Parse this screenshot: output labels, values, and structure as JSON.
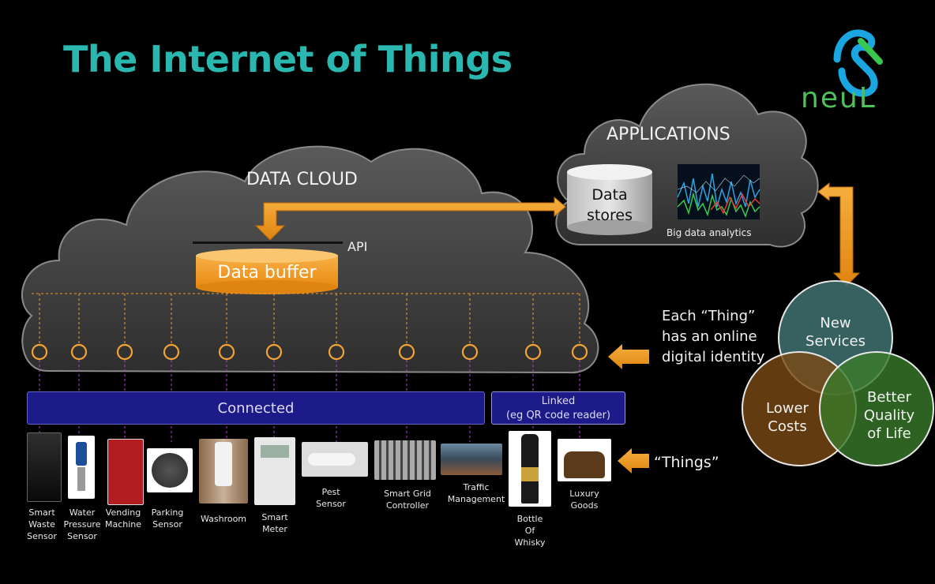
{
  "slide": {
    "title": "The Internet of Things",
    "logo_text": "neuL",
    "data_cloud_label": "DATA CLOUD",
    "applications_label": "APPLICATIONS",
    "data_stores_line1": "Data",
    "data_stores_line2": "stores",
    "big_data_label": "Big data analytics",
    "api_label": "API",
    "data_buffer_label": "Data buffer",
    "connected_label": "Connected",
    "linked_line1": "Linked",
    "linked_line2": "(eg QR code reader)",
    "identity_text": "Each “Thing” has an online digital identity",
    "things_text": "“Things”",
    "venn": {
      "top": "New Services",
      "left": "Lower Costs",
      "right": "Better Quality of Life"
    },
    "things": [
      {
        "label": "Smart Waste Sensor"
      },
      {
        "label": "Water Pressure Sensor"
      },
      {
        "label": "Vending Machine"
      },
      {
        "label": "Parking Sensor"
      },
      {
        "label": "Washroom"
      },
      {
        "label": "Smart Meter"
      },
      {
        "label": "Pest Sensor"
      },
      {
        "label": "Smart Grid Controller"
      },
      {
        "label": "Traffic Management"
      },
      {
        "label": "Bottle Of Whisky"
      },
      {
        "label": "Luxury Goods"
      }
    ]
  },
  "colors": {
    "title": "#2ab7b0",
    "orange": "#f39a1e",
    "connected_bar": "#1d1a8a",
    "venn_top": "#3d6a6a",
    "venn_left": "#7a4a14",
    "venn_right": "#3a7a2a"
  }
}
